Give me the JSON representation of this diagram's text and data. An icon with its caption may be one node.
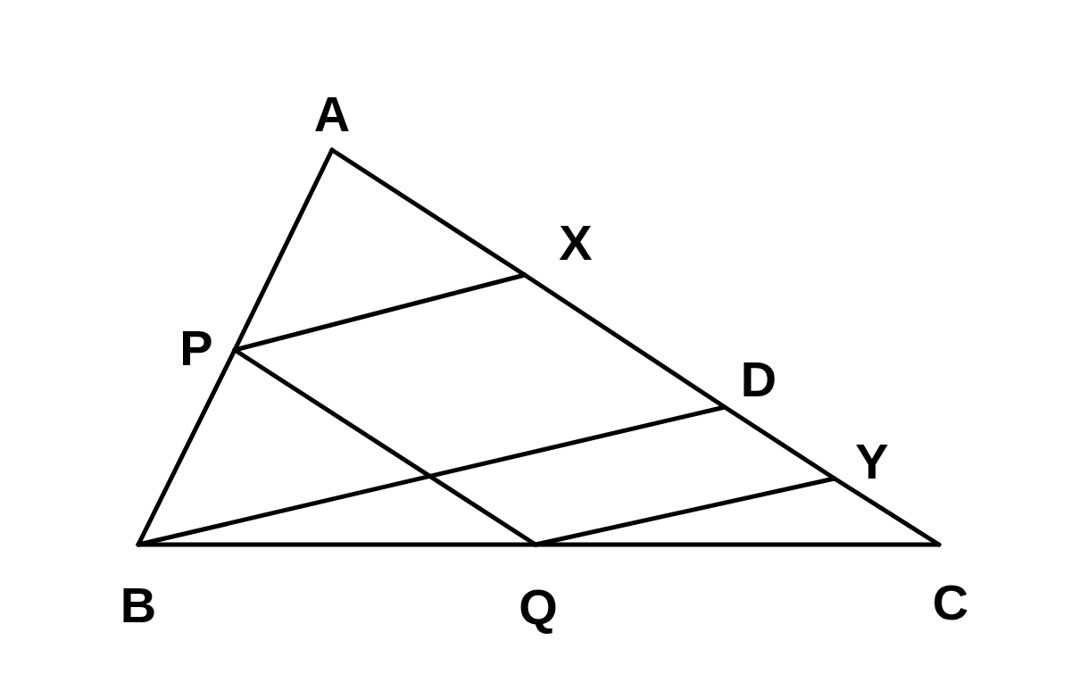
{
  "diagram": {
    "nodes": [
      {
        "text": [
          "A"
        ]
      },
      {
        "text": [
          "X"
        ]
      },
      {
        "text": [
          "P"
        ]
      },
      {
        "text": [
          "D"
        ]
      },
      {
        "text": [
          "Y"
        ]
      },
      {
        "text": [
          "B"
        ]
      },
      {
        "text": [
          "Q"
        ]
      },
      {
        "text": [
          "C"
        ]
      }
    ],
    "edges": [
      {
        "from": 0,
        "to": 2,
        "arrow": "none"
      },
      {
        "from": 2,
        "to": 5,
        "arrow": "none"
      },
      {
        "from": 0,
        "to": 1,
        "arrow": "none"
      },
      {
        "from": 1,
        "to": 3,
        "arrow": "none"
      },
      {
        "from": 3,
        "to": 4,
        "arrow": "none"
      },
      {
        "from": 4,
        "to": 7,
        "arrow": "none"
      },
      {
        "from": 5,
        "to": 6,
        "arrow": "none"
      },
      {
        "from": 6,
        "to": 7,
        "arrow": "none"
      },
      {
        "from": 2,
        "to": 1,
        "arrow": "none"
      },
      {
        "from": 2,
        "to": 6,
        "arrow": "none"
      },
      {
        "from": 5,
        "to": 3,
        "arrow": "none"
      },
      {
        "from": 6,
        "to": 4,
        "arrow": "none"
      }
    ]
  }
}
